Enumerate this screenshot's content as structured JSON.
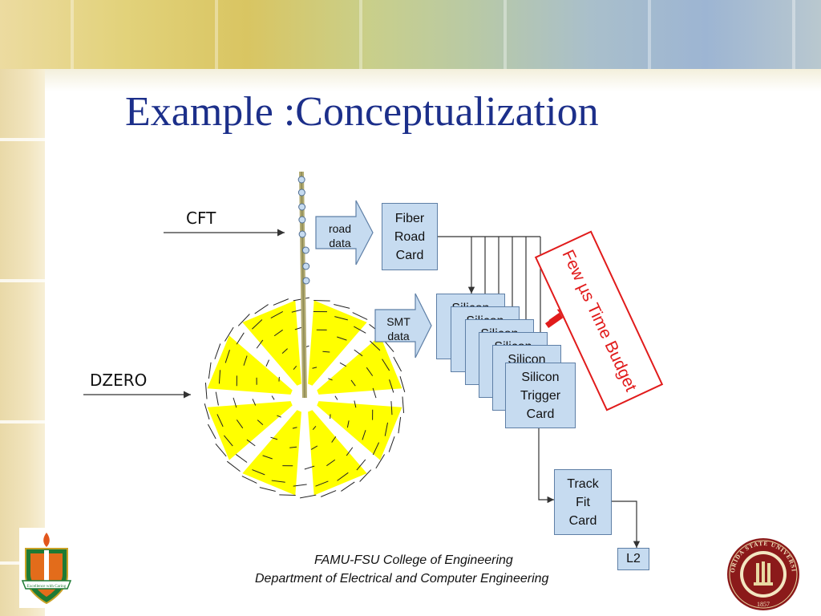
{
  "slide": {
    "title": "Example :Conceptualization"
  },
  "diagram": {
    "cft_label": "CFT",
    "dzero_label": "DZERO",
    "road_data_label": "road\ndata",
    "smt_data_label": "SMT\ndata",
    "fiber_road_card": "Fiber\nRoad\nCard",
    "silicon_stack_partial": "Silicon",
    "silicon_trigger_card": "Silicon\nTrigger\nCard",
    "track_fit_card": "Track\nFit\nCard",
    "l2_label": "L2",
    "time_budget": "Few µs Time Budget"
  },
  "footer": {
    "line1": "FAMU-FSU College of Engineering",
    "line2": "Department of Electrical and Computer Engineering"
  },
  "logos": {
    "famu_logo_text": "Excellence with Caring",
    "fsu_seal_text": "FLORIDA STATE UNIVERSITY",
    "fsu_seal_year": "1857"
  },
  "colors": {
    "title": "#1c2f8a",
    "card_fill": "#c6dbf0",
    "card_border": "#5e7fa6",
    "budget_red": "#e11b1b",
    "detector_yellow": "#ffff00",
    "fsu_garnet": "#8b1a1a"
  }
}
